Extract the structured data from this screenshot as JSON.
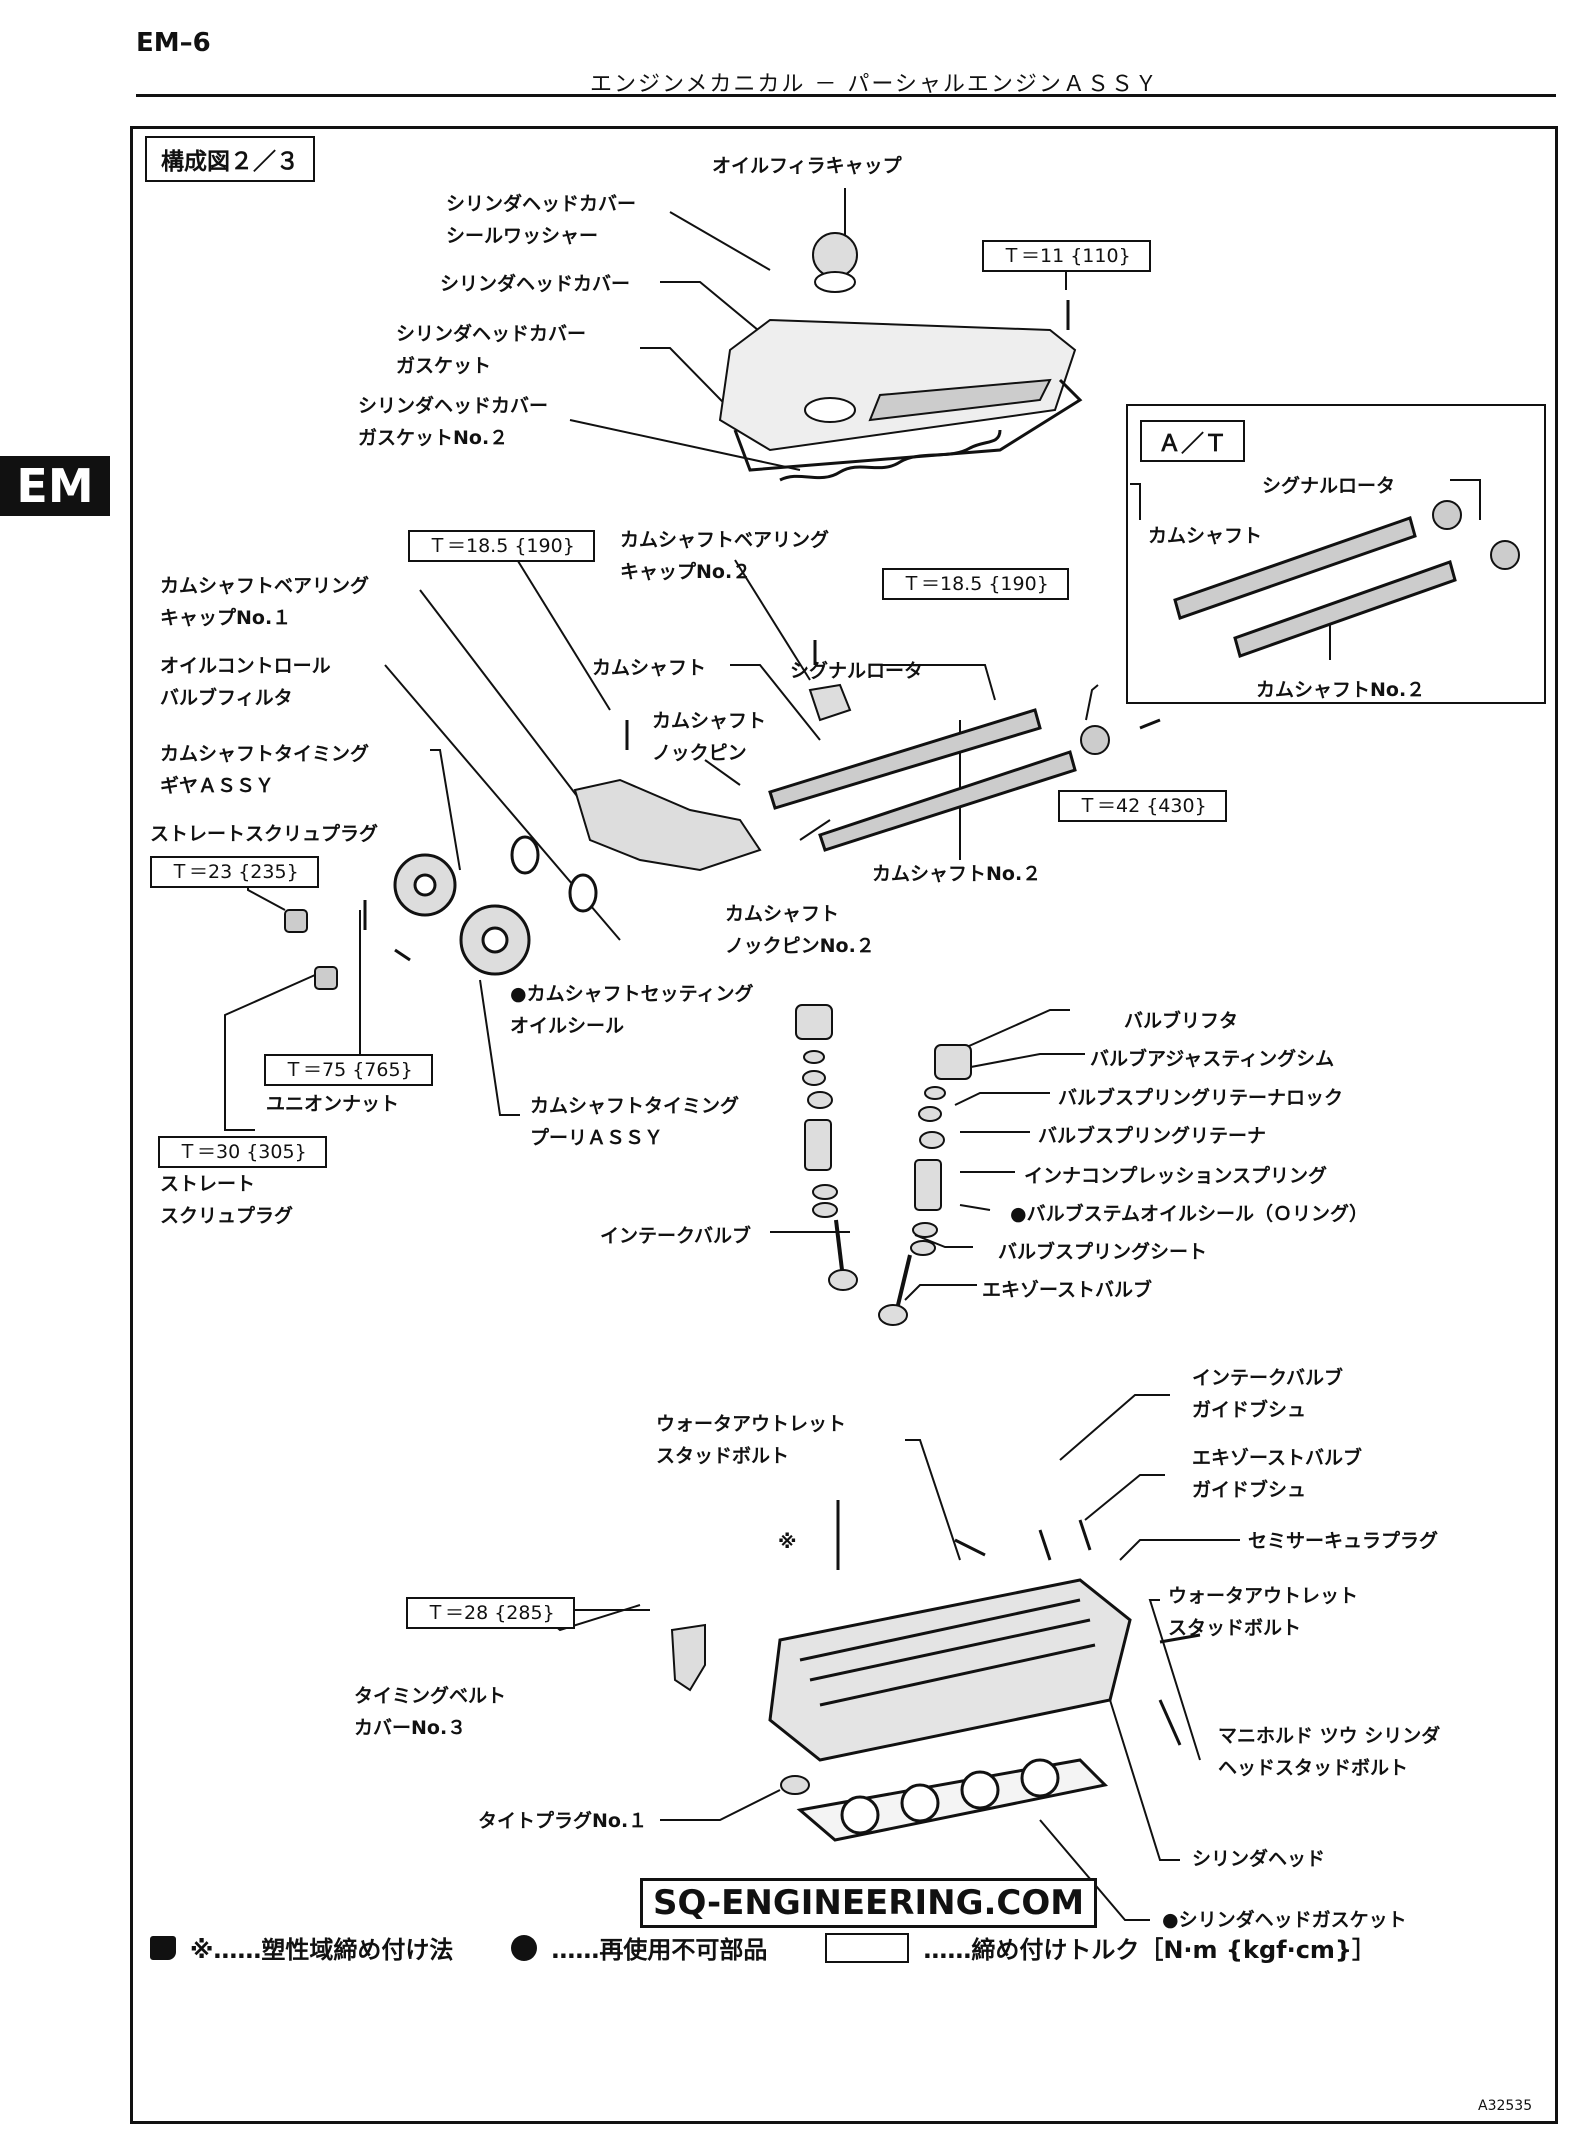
{
  "header": {
    "page_code": "EM–6",
    "section_title": "エンジンメカニカル － パーシャルエンジンＡＳＳＹ",
    "side_tab": "EM"
  },
  "diagram": {
    "id": "構成図２／３",
    "figure_code": "A32535",
    "watermark": "SQ-ENGINEERING.COM"
  },
  "labels": {
    "oil_filler_cap": "オイルフィラキャップ",
    "head_cover_seal_washer": "シリンダヘッドカバー\nシールワッシャー",
    "head_cover": "シリンダヘッドカバー",
    "head_cover_gasket": "シリンダヘッドカバー\nガスケット",
    "head_cover_gasket_no2": "シリンダヘッドカバー\nガスケットNo.２",
    "cam_bearing_cap_no2": "カムシャフトベアリング\nキャップNo.２",
    "cam_bearing_cap_no1": "カムシャフトベアリング\nキャップNo.１",
    "ocv_filter": "オイルコントロール\nバルブフィルタ",
    "camshaft": "カムシャフト",
    "signal_rotor": "シグナルロータ",
    "cam_knock_pin": "カムシャフト\nノックピン",
    "cam_timing_gear": "カムシャフトタイミング\nギヤＡＳＳＹ",
    "straight_plug_top": "ストレートスクリュプラグ",
    "camshaft_no2": "カムシャフトNo.２",
    "cam_knock_pin_no2": "カムシャフト\nノックピンNo.２",
    "cam_setting_oil_seal": "●カムシャフトセッティング\nオイルシール",
    "union_nut": "ユニオンナット",
    "cam_timing_pulley": "カムシャフトタイミング\nプーリＡＳＳＹ",
    "straight_plug_bottom": "ストレート\nスクリュプラグ",
    "valve_lifter": "バルブリフタ",
    "adjusting_shim": "バルブアジャスティングシム",
    "retainer_lock": "バルブスプリングリテーナロック",
    "retainer": "バルブスプリングリテーナ",
    "inner_spring": "インナコンプレッションスプリング",
    "stem_oil_seal": "●バルブステムオイルシール（Ｏリング）",
    "spring_seat": "バルブスプリングシート",
    "intake_valve": "インテークバルブ",
    "exhaust_valve": "エキゾーストバルブ",
    "intake_guide_bush": "インテークバルブ\nガイドブシュ",
    "exhaust_guide_bush": "エキゾーストバルブ\nガイドブシュ",
    "water_outlet_stud_top": "ウォータアウトレット\nスタッドボルト",
    "semi_circular_plug": "セミサーキュラプラグ",
    "water_outlet_stud_right": "ウォータアウトレット\nスタッドボルト",
    "timing_belt_cover_no3": "タイミングベルト\nカバーNo.３",
    "manifold_stud": "マニホルド ツウ シリンダ\nヘッドスタッドボルト",
    "tight_plug_no1": "タイトプラグNo.１",
    "cylinder_head": "シリンダヘッド",
    "cylinder_head_gasket": "●シリンダヘッドガスケット",
    "plastic_mark": "※"
  },
  "torques": {
    "t11": "Ｔ＝11 {110}",
    "t18a": "Ｔ＝18.5 {190}",
    "t18b": "Ｔ＝18.5 {190}",
    "t42": "Ｔ＝42 {430}",
    "t23": "Ｔ＝23 {235}",
    "t75": "Ｔ＝75 {765}",
    "t30": "Ｔ＝30 {305}",
    "t28": "Ｔ＝28 {285}"
  },
  "at_box": {
    "title": "Ａ／Ｔ",
    "signal_rotor": "シグナルロータ",
    "camshaft": "カムシャフト",
    "camshaft_no2": "カムシャフトNo.２"
  },
  "legend": {
    "plastic": "※……塑性域締め付け法",
    "non_reusable": "……再使用不可部品",
    "torque": "……締め付けトルク［N·m {kgf·cm}］"
  }
}
